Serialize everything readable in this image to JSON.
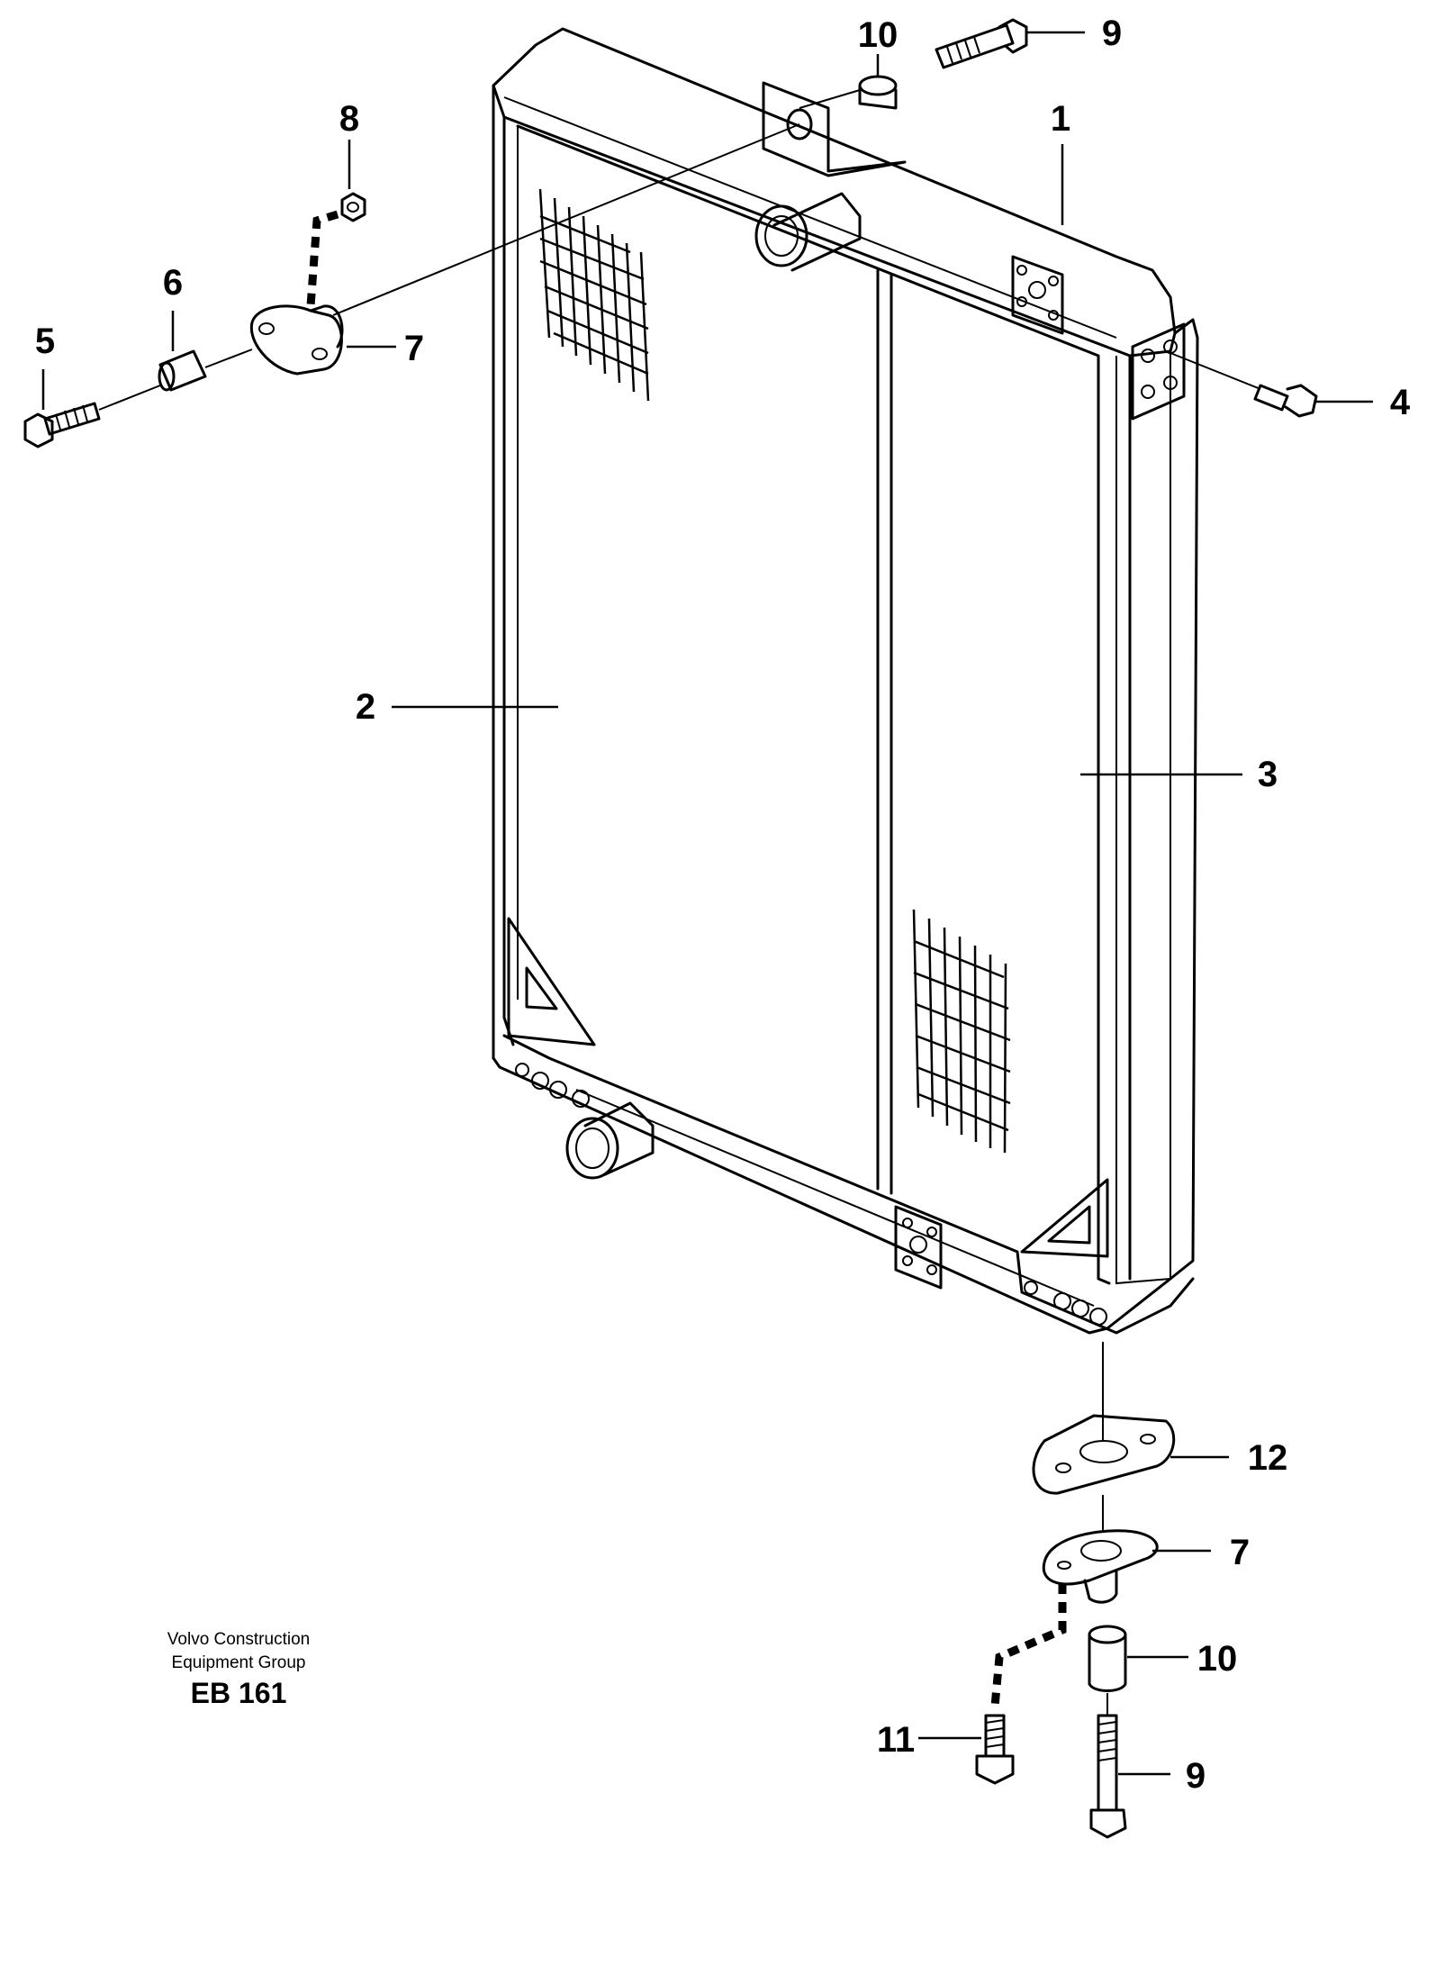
{
  "callouts": {
    "c1": "1",
    "c2": "2",
    "c3": "3",
    "c4": "4",
    "c5": "5",
    "c6": "6",
    "c7_top": "7",
    "c8": "8",
    "c9_top": "9",
    "c10_top": "10",
    "c12": "12",
    "c7_bottom": "7",
    "c10_bottom": "10",
    "c11": "11",
    "c9_bottom": "9"
  },
  "caption": {
    "line1": "Volvo Construction",
    "line2": "Equipment Group",
    "code": "EB 161"
  }
}
